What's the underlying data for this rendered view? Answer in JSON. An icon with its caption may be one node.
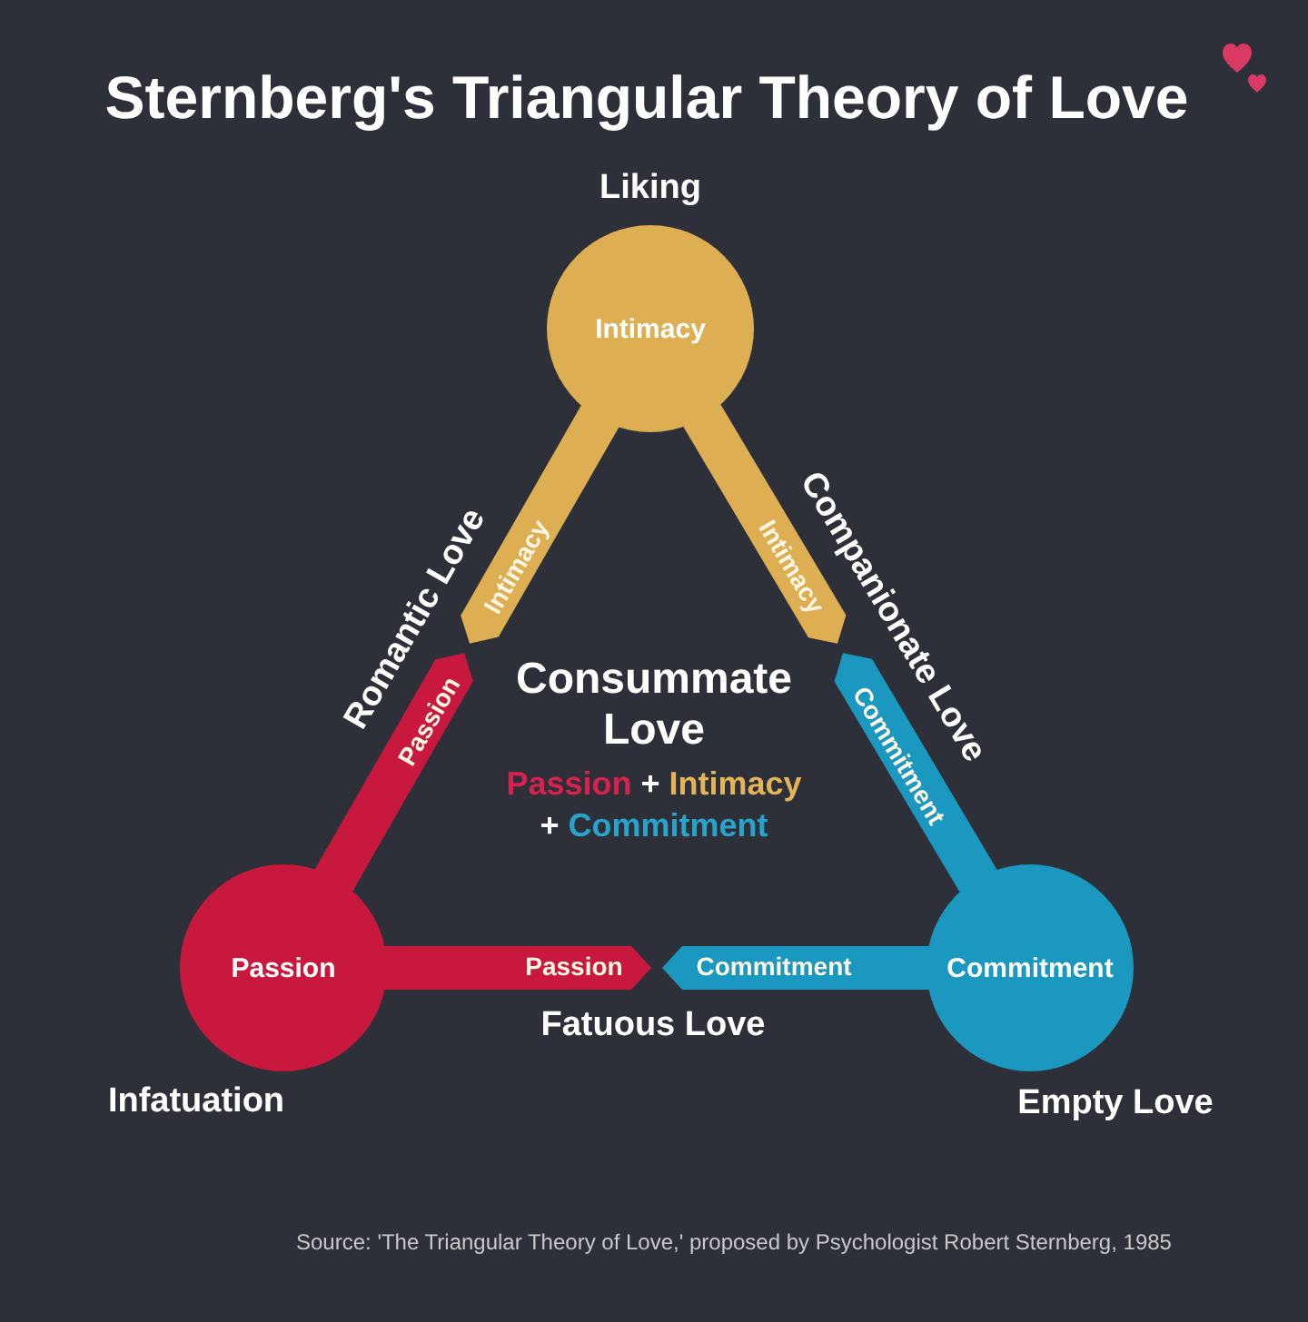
{
  "diagram": {
    "title": "Sternberg's Triangular Theory of Love",
    "caption": "Source: 'The Triangular Theory of Love,' proposed by Psychologist Robert Sternberg, 1985",
    "nodes": [
      {
        "text": [
          "Intimacy"
        ],
        "beside": [
          "Liking"
        ]
      },
      {
        "text": [
          "Passion"
        ],
        "beside": [
          "Infatuation"
        ]
      },
      {
        "text": [
          "Commitment"
        ],
        "beside": [
          "Empty Love"
        ]
      }
    ],
    "edges": [
      {
        "from": 0,
        "to": 1,
        "arrow": "none",
        "label": "Romantic Love",
        "style": "thick"
      },
      {
        "from": 0,
        "to": 2,
        "arrow": "none",
        "label": "Companionate Love",
        "style": "thick"
      },
      {
        "from": 1,
        "to": 2,
        "arrow": "none",
        "label": "Fatuous Love",
        "style": "thick"
      }
    ],
    "labels": [
      "Intimacy",
      "Intimacy",
      "Passion",
      "Consummate Love",
      "Commitment",
      "Passion + Intimacy + Commitment",
      "Passion",
      "Commitment"
    ]
  }
}
